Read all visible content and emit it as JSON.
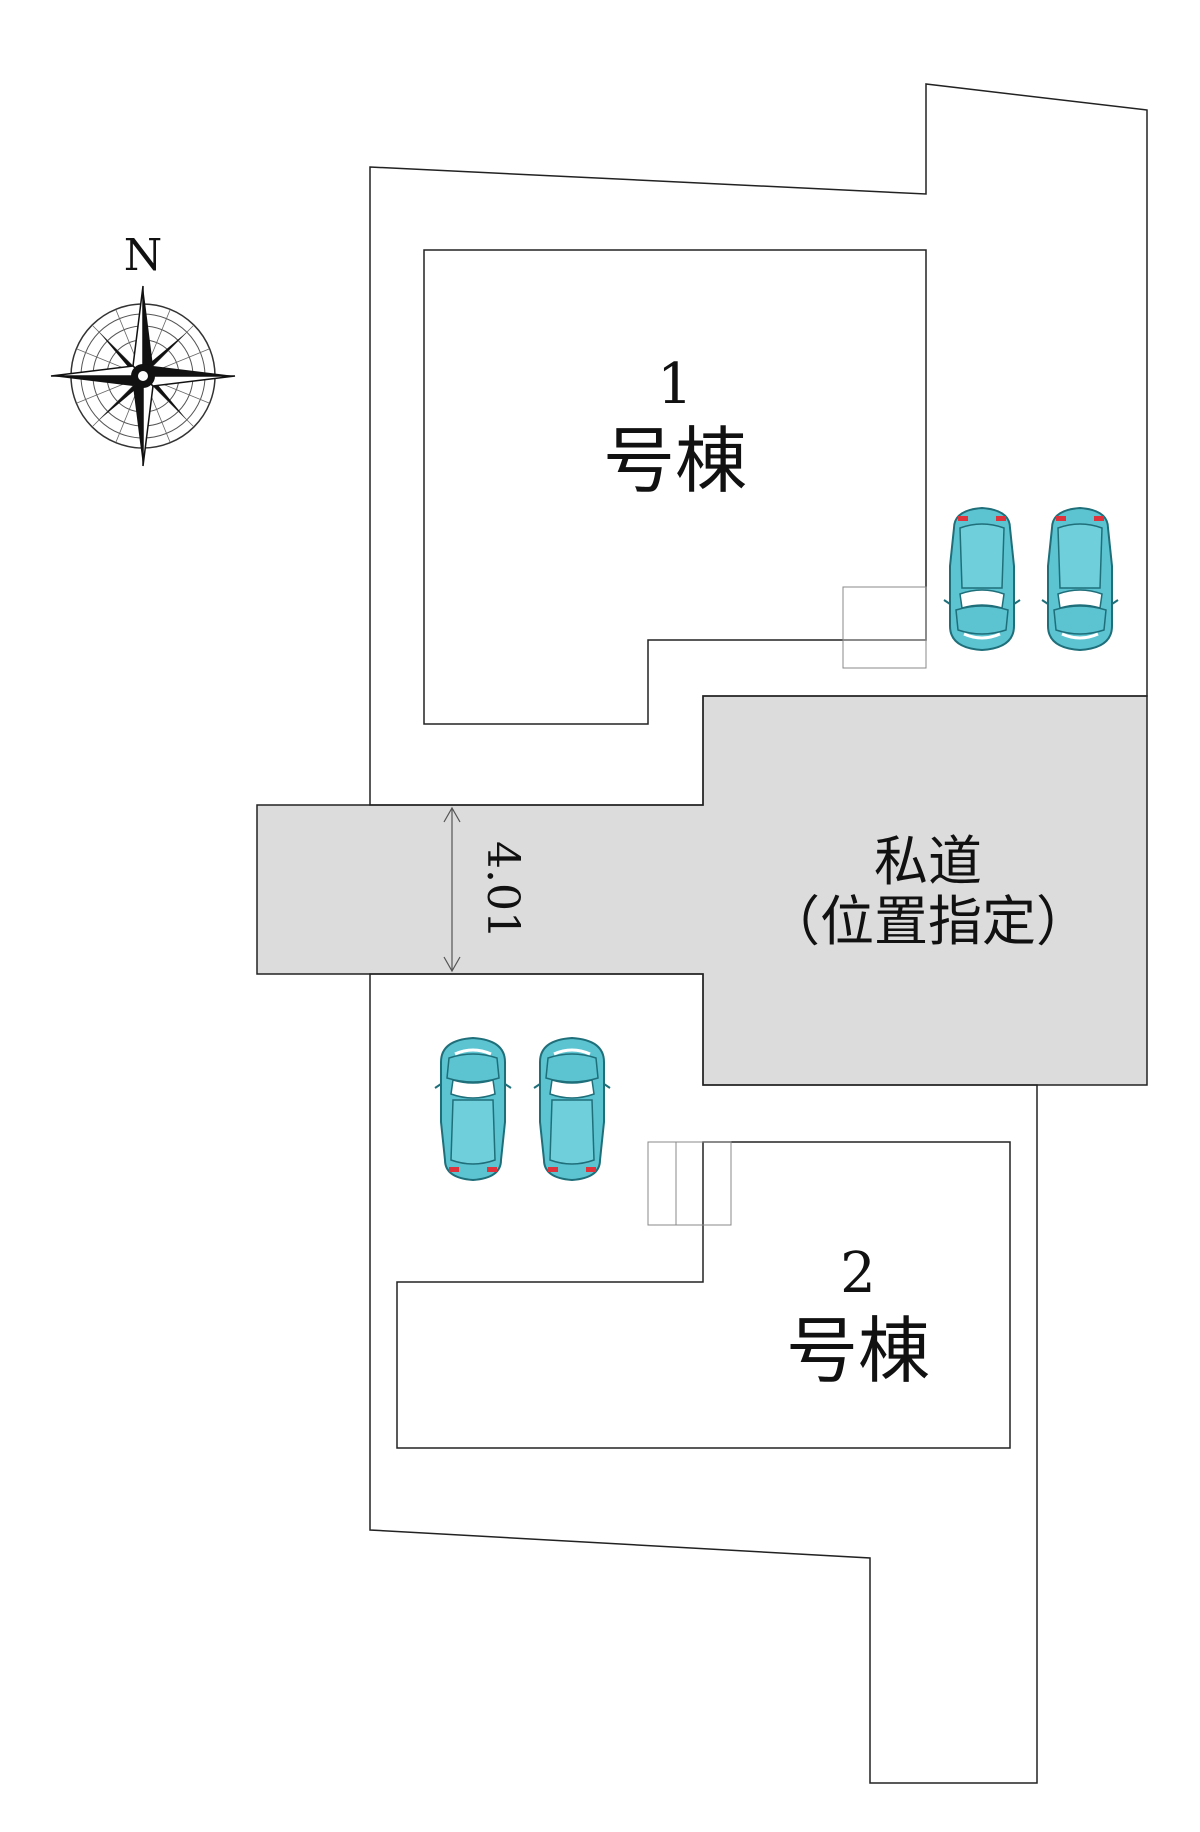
{
  "compass": {
    "north_label": "N"
  },
  "buildings": [
    {
      "number": "1",
      "name": "号棟"
    },
    {
      "number": "2",
      "name": "号棟"
    }
  ],
  "road": {
    "line1": "私道",
    "line2": "（位置指定）"
  },
  "dimension": {
    "width": "4.01"
  },
  "colors": {
    "road_fill": "#dcdcdc",
    "car_body": "#5cc3d1",
    "car_outline": "#1f6f7a",
    "tail_light": "#e0323a",
    "line": "#222222"
  }
}
